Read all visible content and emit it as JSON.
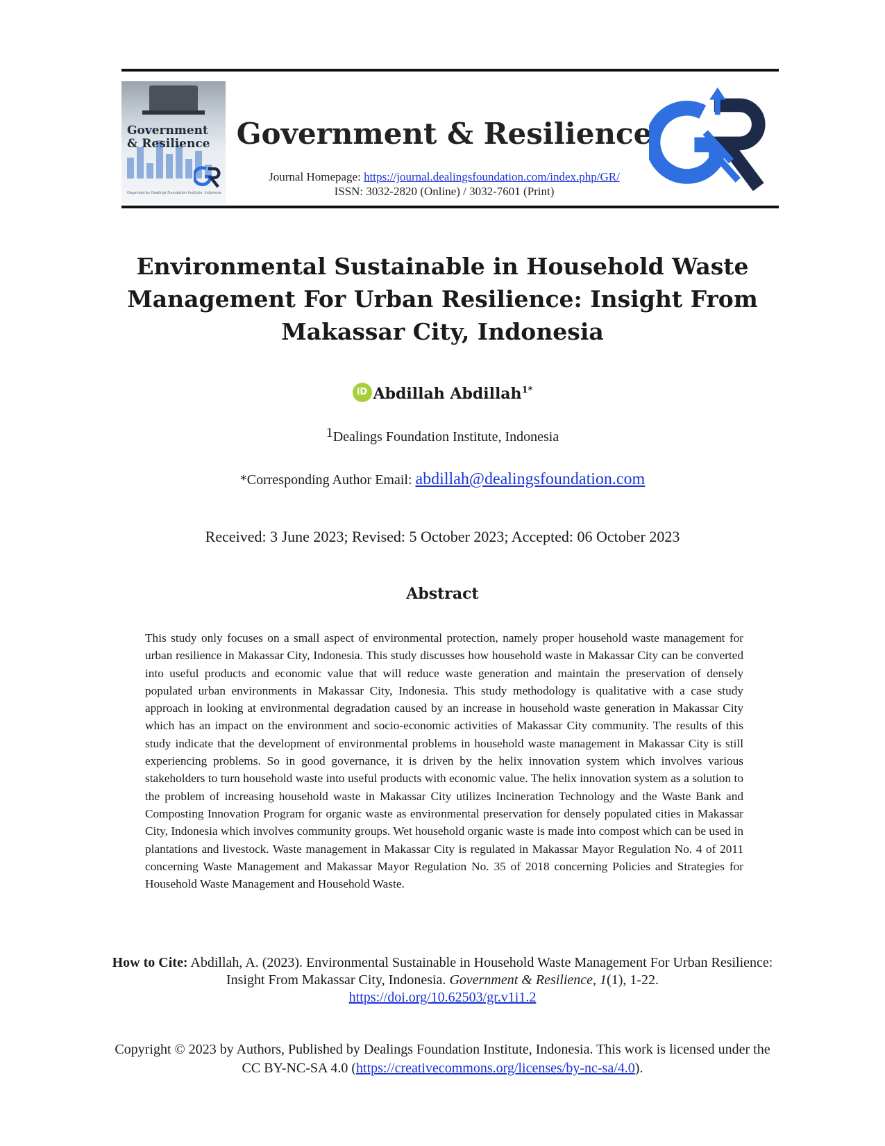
{
  "header": {
    "cover": {
      "title_line1": "Government",
      "title_line2": "& Resilience",
      "caption": "Organized by Dealings Foundation Institute, Indonesia"
    },
    "journal_title": "Government & Resilience",
    "homepage_label": "Journal Homepage: ",
    "homepage_url": "https://journal.dealingsfoundation.com/index.php/GR/",
    "issn": "ISSN: 3032-2820 (Online) / 3032-7601 (Print)",
    "logo_colors": {
      "blue": "#2f6fe0",
      "navy": "#1e2a4a"
    }
  },
  "paper": {
    "title": "Environmental Sustainable in Household Waste Management For Urban Resilience: Insight From Makassar City, Indonesia",
    "orcid_label": "iD",
    "author": "Abdillah Abdillah",
    "author_mark": "1*",
    "affil_mark": "1",
    "affiliation": "Dealings Foundation Institute, Indonesia",
    "email_label": "*Corresponding Author Email: ",
    "email": "abdillah@dealingsfoundation.com",
    "dates": "Received: 3 June 2023; Revised: 5 October 2023; Accepted: 06 October 2023",
    "abstract_heading": "Abstract",
    "abstract": "This study only focuses on a small aspect of environmental protection, namely proper household waste management for urban resilience in Makassar City, Indonesia. This study discusses how household waste in Makassar City can be converted into useful products and economic value that will reduce waste generation and maintain the preservation of densely populated urban environments in Makassar City, Indonesia.  This study methodology is qualitative with a case study approach in looking at environmental degradation caused by an increase in household waste generation in Makassar City which has an impact on the environment and socio-economic activities of Makassar City community.  The results of this study indicate that the development of environmental problems in household waste management in Makassar City is still experiencing problems. So in good governance, it is driven by the helix innovation system which involves various stakeholders to turn household waste into useful products with economic value. The helix innovation system as a solution to the problem of increasing household waste in Makassar City utilizes Incineration Technology and the Waste Bank and Composting Innovation Program for organic waste as environmental preservation for densely populated cities in Makassar City, Indonesia which involves community groups. Wet household organic waste is made into compost which can be used in plantations and livestock. Waste management in Makassar City is regulated in Makassar Mayor Regulation No. 4 of 2011 concerning Waste Management and Makassar Mayor Regulation No. 35 of 2018 concerning Policies and Strategies for Household Waste Management and Household Waste."
  },
  "citation": {
    "label": "How to Cite:",
    "text": " Abdillah, A. (2023). Environmental Sustainable in Household Waste Management For Urban Resilience: Insight From Makassar City, Indonesia. ",
    "journal": "Government & Resilience, 1",
    "issue": "(1), 1-22.",
    "doi": "https://doi.org/10.62503/gr.v1i1.2"
  },
  "copyright": {
    "text": "Copyright © 2023 by Authors, Published by Dealings Foundation Institute, Indonesia. This work is licensed under the CC BY-NC-SA 4.0 (",
    "url": "https://creativecommons.org/licenses/by-nc-sa/4.0",
    "end": ")."
  }
}
